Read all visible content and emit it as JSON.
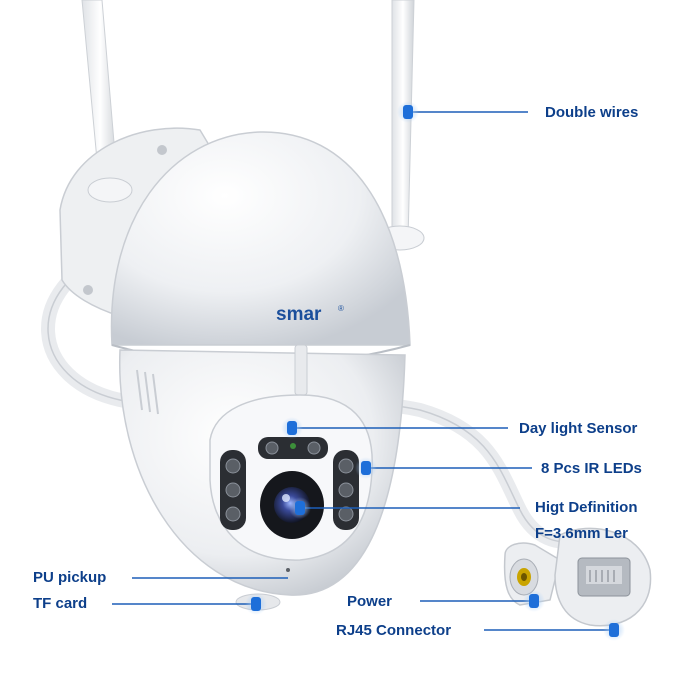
{
  "brand": {
    "logo_text": "smar",
    "logo_mark": "®",
    "color": "#1b4f9c"
  },
  "callouts": {
    "double_wires": "Double wires",
    "day_light_sensor": "Day light Sensor",
    "ir_leds": "8 Pcs IR LEDs",
    "high_definition": "Higt Definition",
    "lens": "F=3.6mm Ler",
    "pu_pickup": "PU pickup",
    "tf_card": "TF card",
    "power": "Power",
    "rj45": "RJ45 Connector"
  },
  "colors": {
    "label": "#0d3f8a",
    "line": "#1d5fb8",
    "dot": "#1e6fd9",
    "dot_glow": "#a9cdf5",
    "camera_body": "#f2f3f5",
    "camera_shadow": "#c9cdd3",
    "face_plate": "#2b2e33"
  }
}
